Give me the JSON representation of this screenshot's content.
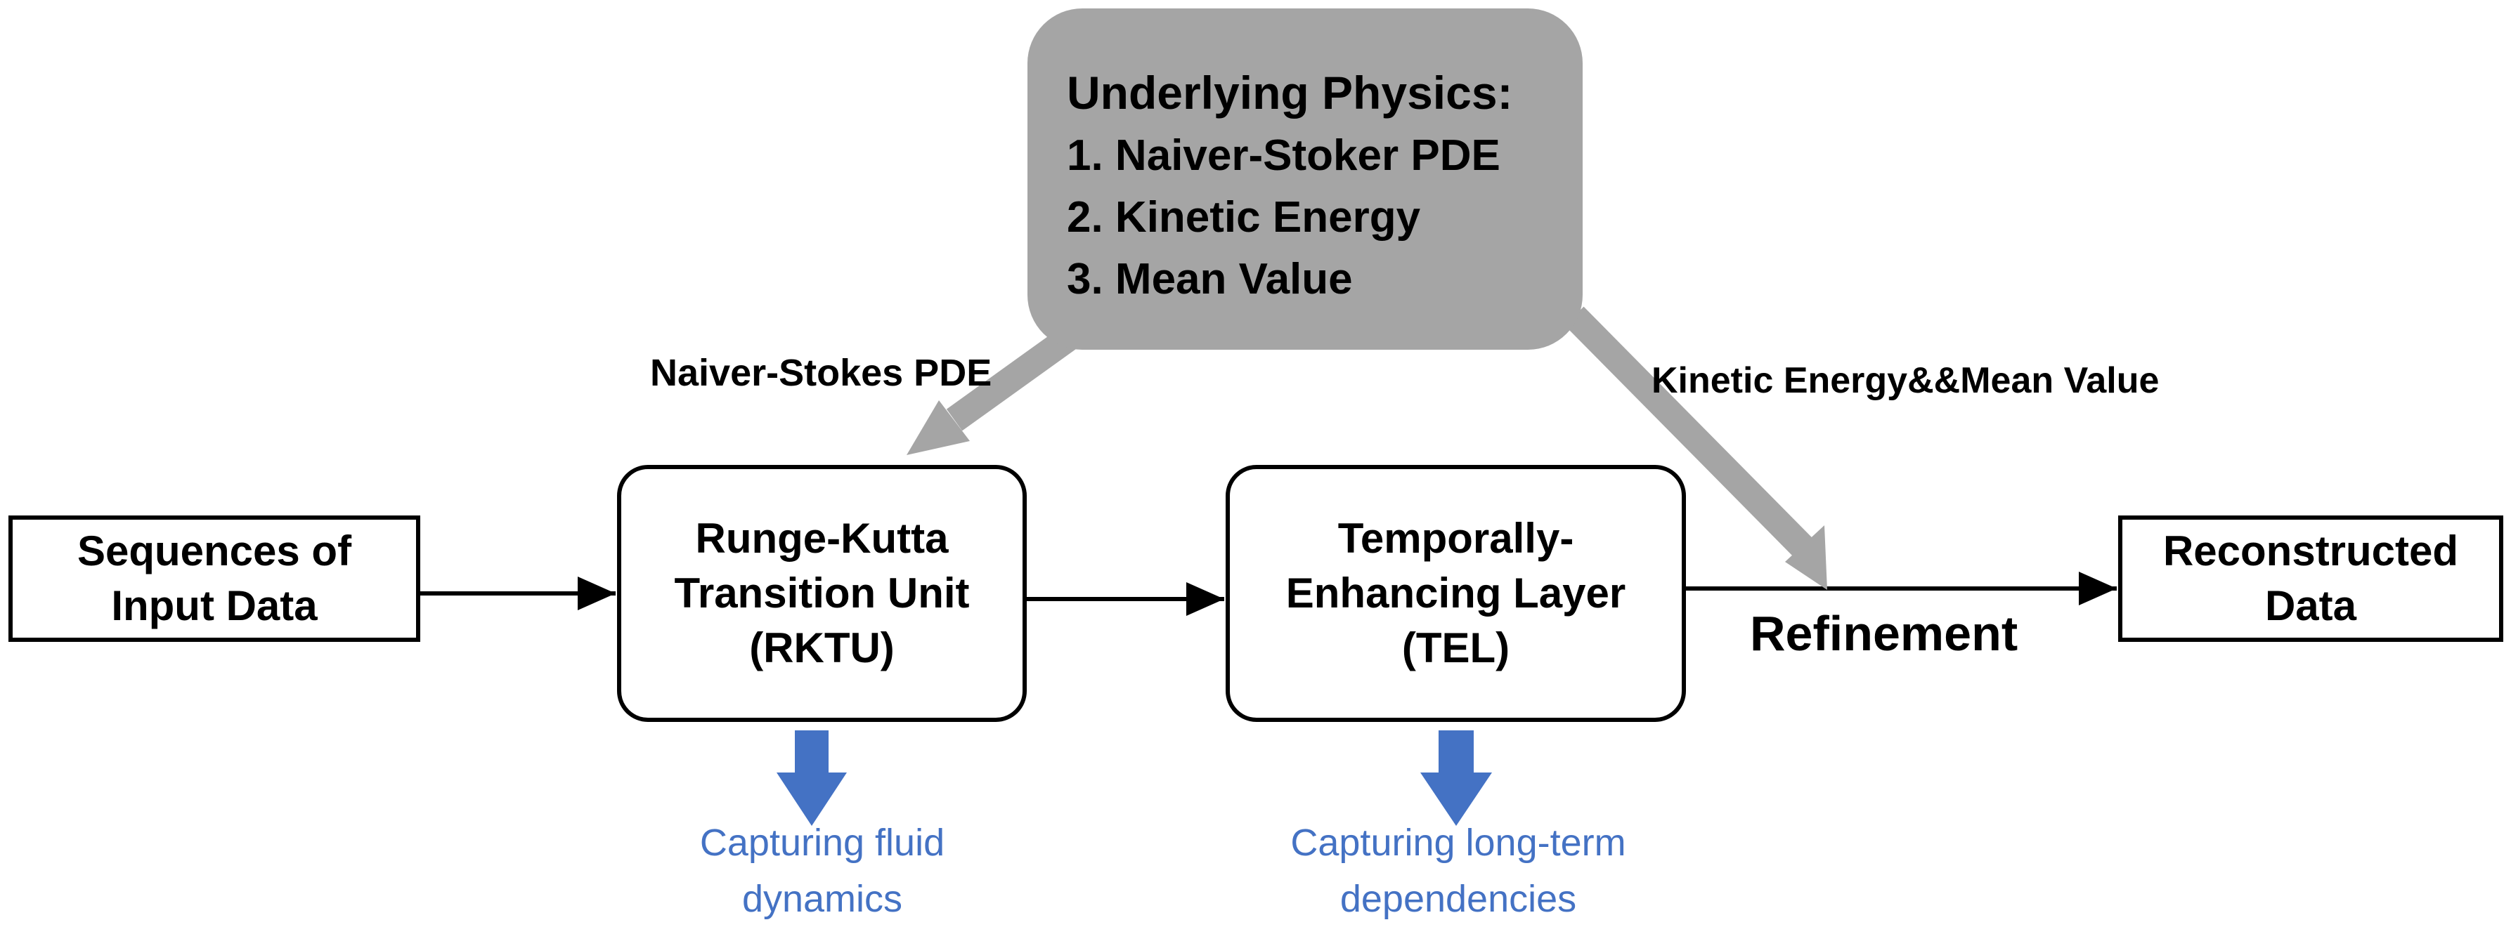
{
  "physics": {
    "title": "Underlying Physics:",
    "items": [
      "1. Naiver-Stoker PDE",
      "2. Kinetic Energy",
      "3. Mean Value"
    ],
    "fill": "#a5a5a5"
  },
  "nodes": {
    "input": [
      "Sequences of",
      "Input Data"
    ],
    "rktu": [
      "Runge-Kutta",
      "Transition Unit",
      "(RKTU)"
    ],
    "tel": [
      "Temporally-",
      "Enhancing Layer",
      "(TEL)"
    ],
    "output": [
      "Reconstructed",
      "Data"
    ]
  },
  "edge_labels": {
    "pde": "Naiver-Stokes PDE",
    "energy": "Kinetic Energy&&Mean Value",
    "refinement": "Refinement"
  },
  "notes": {
    "rktu": [
      "Capturing fluid",
      "dynamics"
    ],
    "tel": [
      "Capturing long-term",
      "dependencies"
    ]
  },
  "colors": {
    "note_text": "#4472c4",
    "down_arrow": "#4472c4",
    "physics_arrow": "#a5a5a5"
  }
}
